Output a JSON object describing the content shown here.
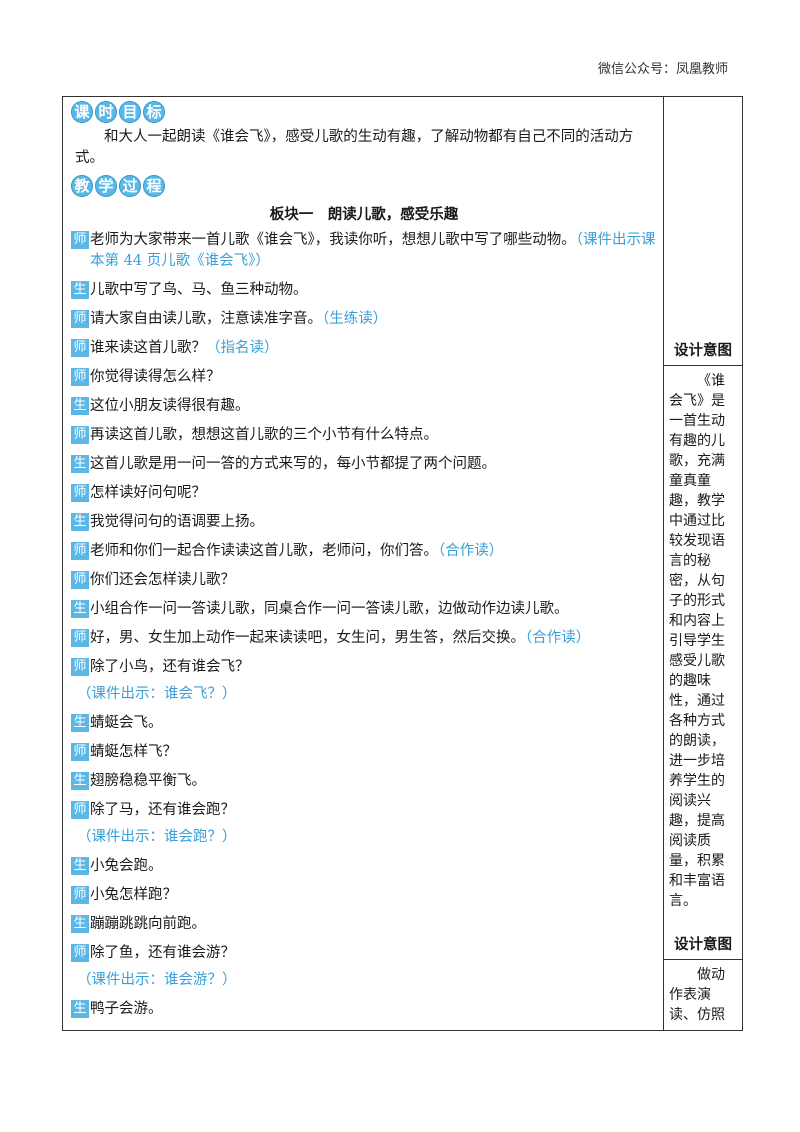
{
  "header_note": "微信公众号：凤凰教师",
  "goals": {
    "badge": [
      "课",
      "时",
      "目",
      "标"
    ],
    "text": "和大人一起朗读《谁会飞》，感受儿歌的生动有趣，了解动物都有自己不同的活动方式。"
  },
  "process": {
    "badge": [
      "教",
      "学",
      "过",
      "程"
    ],
    "block_title": "板块一　朗读儿歌，感受乐趣"
  },
  "dialogue": [
    {
      "role": "师",
      "text": "老师为大家带来一首儿歌《谁会飞》，我读你听，想想儿歌中写了哪些动物。",
      "hint": "（课件出示课本第 44 页儿歌《谁会飞》）"
    },
    {
      "role": "生",
      "text": "儿歌中写了鸟、马、鱼三种动物。",
      "hint": ""
    },
    {
      "role": "师",
      "text": "请大家自由读儿歌，注意读准字音。",
      "hint": "（生练读）"
    },
    {
      "role": "师",
      "text": "谁来读这首儿歌？",
      "hint": "（指名读）"
    },
    {
      "role": "师",
      "text": "你觉得读得怎么样？",
      "hint": ""
    },
    {
      "role": "生",
      "text": "这位小朋友读得很有趣。",
      "hint": ""
    },
    {
      "role": "师",
      "text": "再读这首儿歌，想想这首儿歌的三个小节有什么特点。",
      "hint": ""
    },
    {
      "role": "生",
      "text": "这首儿歌是用一问一答的方式来写的，每小节都提了两个问题。",
      "hint": ""
    },
    {
      "role": "师",
      "text": "怎样读好问句呢？",
      "hint": ""
    },
    {
      "role": "生",
      "text": "我觉得问句的语调要上扬。",
      "hint": ""
    },
    {
      "role": "师",
      "text": "老师和你们一起合作读读这首儿歌，老师问，你们答。",
      "hint": "（合作读）"
    },
    {
      "role": "师",
      "text": "你们还会怎样读儿歌？",
      "hint": ""
    },
    {
      "role": "生",
      "text": "小组合作一问一答读儿歌，同桌合作一问一答读儿歌，边做动作边读儿歌。",
      "hint": ""
    },
    {
      "role": "师",
      "text": "好，男、女生加上动作一起来读读吧，女生问，男生答，然后交换。",
      "hint": "（合作读）"
    },
    {
      "role": "师",
      "text": "除了小鸟，还有谁会飞？",
      "hint": ""
    },
    {
      "cue": "（课件出示：谁会飞？）"
    },
    {
      "role": "生",
      "text": "蜻蜓会飞。",
      "hint": ""
    },
    {
      "role": "师",
      "text": "蜻蜓怎样飞？",
      "hint": ""
    },
    {
      "role": "生",
      "text": "翅膀稳稳平衡飞。",
      "hint": ""
    },
    {
      "role": "师",
      "text": "除了马，还有谁会跑？",
      "hint": ""
    },
    {
      "cue": "（课件出示：谁会跑？）"
    },
    {
      "role": "生",
      "text": "小兔会跑。",
      "hint": ""
    },
    {
      "role": "师",
      "text": "小兔怎样跑？",
      "hint": ""
    },
    {
      "role": "生",
      "text": "蹦蹦跳跳向前跑。",
      "hint": ""
    },
    {
      "role": "师",
      "text": "除了鱼，还有谁会游？",
      "hint": ""
    },
    {
      "cue": "（课件出示：谁会游？）"
    },
    {
      "role": "生",
      "text": "鸭子会游。",
      "hint": ""
    }
  ],
  "side_notes": [
    {
      "title": "设计意图",
      "body": "《谁会飞》是一首生动有趣的儿歌，充满童真童趣，教学中通过比较发现语言的秘密，从句子的形式和内容上引导学生感受儿歌的趣味性，通过各种方式的朗读，进一步培养学生的阅读兴趣，提高阅读质量，积累和丰富语言。"
    },
    {
      "title": "设计意图",
      "body": "做动作表演读、仿照"
    }
  ],
  "colors": {
    "accent": "#5bb8e6",
    "hint": "#3aa0d8"
  }
}
